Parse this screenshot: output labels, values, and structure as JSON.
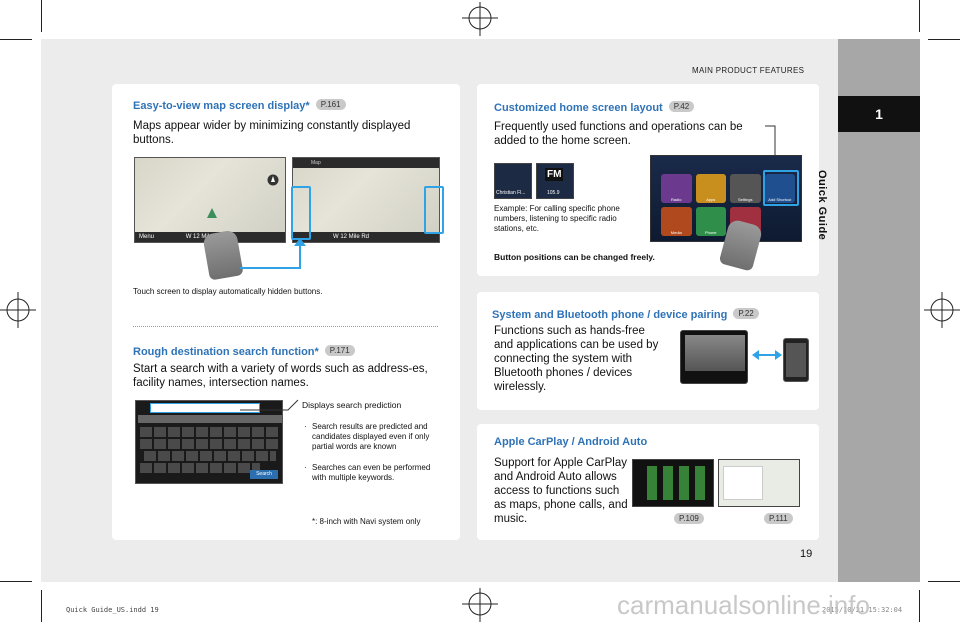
{
  "header": {
    "section": "MAIN PRODUCT FEATURES"
  },
  "side_tab": {
    "number": "1",
    "label": "Quick Guide"
  },
  "map_display": {
    "title": "Easy-to-view map screen display*",
    "page_ref": "P.161",
    "description": "Maps appear wider by minimizing constantly displayed buttons.",
    "caption": "Touch screen to display automatically hidden buttons.",
    "road_label_left": "W 12 Mile",
    "road_label_right": "W 12 Mile Rd",
    "menu_label": "Menu",
    "map_label": "Map"
  },
  "rough_search": {
    "title": "Rough destination search function*",
    "page_ref": "P.171",
    "description": "Start a search with a variety of words such as address-es, facility names, intersection names.",
    "prediction_label": "Displays search prediction",
    "bullet_1": "Search results are predicted and candidates displayed even if only partial words are known",
    "bullet_2": "Searches can even be performed with multiple keywords.",
    "search_key": "Search",
    "footnote": "*: 8-inch with Navi system only"
  },
  "home_layout": {
    "title": "Customized home screen layout",
    "page_ref": "P.42",
    "description": "Frequently used functions and operations can be added to the home screen.",
    "example": "Example: For calling specific phone numbers, listening to specific radio stations, etc.",
    "note": "Button positions can be changed freely.",
    "tile_1": "Christian Fl...",
    "tile_2_icon": "FM",
    "tile_2": "105.9",
    "app_labels": [
      "Radio",
      "Apps",
      "Settings",
      "Add Shortcut",
      "Media",
      "Phone"
    ]
  },
  "bluetooth": {
    "title": "System and Bluetooth phone / device pairing",
    "page_ref": "P.22",
    "description": "Functions such as hands-free and applications can be used by connecting the system with Bluetooth phones / devices wirelessly."
  },
  "carplay": {
    "title": "Apple CarPlay / Android Auto",
    "description": "Support for Apple CarPlay and Android Auto allows access to functions such as maps, phone calls, and music.",
    "page_ref_1": "P.109",
    "page_ref_2": "P.111"
  },
  "page_number": "19",
  "footer": {
    "file": "Quick Guide_US.indd   19",
    "date": "2015/10/21   15:32:04"
  },
  "watermark": "carmanualsonline.info"
}
